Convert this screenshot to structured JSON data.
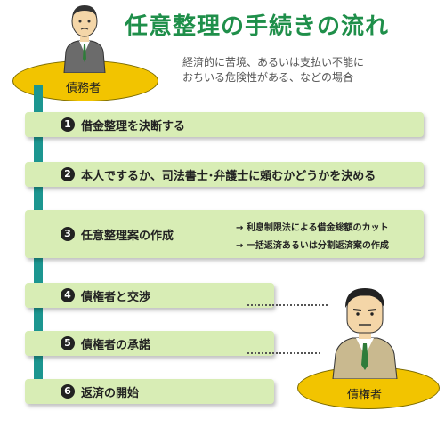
{
  "title": "任意整理の手続きの流れ",
  "subtitle": {
    "line1": "経済的に苦境、あるいは支払い不能に",
    "line2": "おちいる危険性がある、などの場合"
  },
  "debtor_label": "債務者",
  "creditor_label": "債権者",
  "colors": {
    "title_green": "#1f8f4a",
    "ellipse_yellow": "#f2c400",
    "arrow_teal": "#1c9690",
    "step_bg": "#d8edb5"
  },
  "steps": [
    {
      "num": "1",
      "label": "借金整理を決断する"
    },
    {
      "num": "2",
      "label": "本人でするか、司法書士･弁護士に頼むかどうかを決める"
    },
    {
      "num": "3",
      "label": "任意整理案の作成"
    },
    {
      "num": "4",
      "label": "債権者と交渉"
    },
    {
      "num": "5",
      "label": "債権者の承諾"
    },
    {
      "num": "6",
      "label": "返済の開始"
    }
  ],
  "step3_notes": [
    "→ 利息制限法による借金総額のカット",
    "→ 一括返済あるいは分割返済案の作成"
  ],
  "icons": {
    "debtor": "man-in-suit-icon",
    "creditor": "man-in-suit-icon"
  }
}
